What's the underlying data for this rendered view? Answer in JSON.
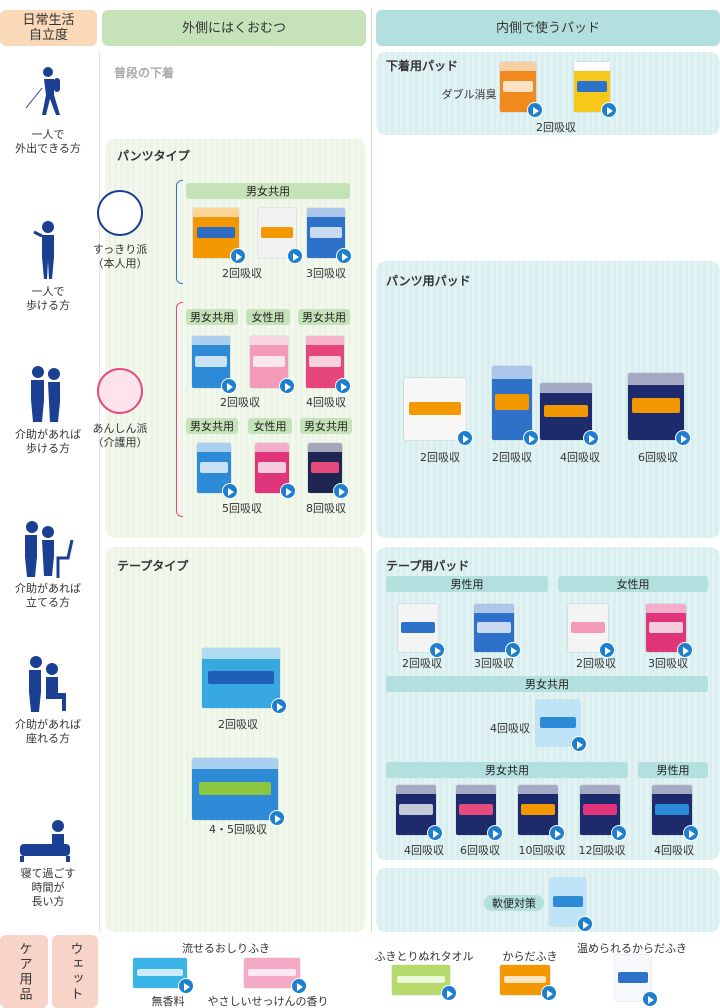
{
  "header": {
    "level": "日常生活\n自立度",
    "outer": "外側にはくおむつ",
    "inner": "内側で使うパッド"
  },
  "levels": [
    "一人で\n外出できる方",
    "一人で\n歩ける方",
    "介助があれば\n歩ける方",
    "介助があれば\n立てる方",
    "介助があれば\n座れる方",
    "寝て過ごす\n時間が\n長い方"
  ],
  "outer": {
    "normal": "普段の下着",
    "pants": {
      "title": "パンツタイプ",
      "sukkiri": "すっきり派\n（本人用）",
      "anshin": "あんしん派\n（介護用）",
      "row0": {
        "header": "男女共用",
        "labels": [
          "2回吸収",
          "3回吸収"
        ]
      },
      "row1": {
        "headers": [
          "男女共用",
          "女性用",
          "男女共用"
        ],
        "labels": [
          "2回吸収",
          "4回吸収"
        ]
      },
      "row2": {
        "headers": [
          "男女共用",
          "女性用",
          "男女共用"
        ],
        "labels": [
          "5回吸収",
          "8回吸収"
        ]
      }
    },
    "tape": {
      "title": "テープタイプ",
      "labels": [
        "2回吸収",
        "4・5回吸収"
      ]
    }
  },
  "inner": {
    "underwear": {
      "title": "下着用パッド",
      "note": "ダブル消臭",
      "label": "2回吸収"
    },
    "pants": {
      "title": "パンツ用パッド",
      "labels": [
        "2回吸収",
        "2回吸収",
        "4回吸収",
        "6回吸収"
      ]
    },
    "tape": {
      "title": "テープ用パッド",
      "male": "男性用",
      "female": "女性用",
      "labels1": [
        "2回吸収",
        "3回吸収",
        "2回吸収",
        "3回吸収"
      ],
      "unisex": "男女共用",
      "unisex_label": "4回吸収",
      "unisex2": "男女共用",
      "male2": "男性用",
      "labels3": [
        "4回吸収",
        "6回吸収",
        "10回吸収",
        "12回吸収",
        "4回吸収"
      ]
    },
    "soft": "軟便対策"
  },
  "care": {
    "cat": "ケア用品",
    "sub": "ウェット",
    "flush": "流せるおしりふき",
    "flush_items": [
      "無香料",
      "やさしいせっけんの香り"
    ],
    "towel": "ふきとりぬれタオル",
    "body": "からだふき",
    "warm": "温められるからだふき"
  },
  "colors": {
    "navy": "#1b3f93",
    "green_header": "#c6e2b8",
    "teal_header": "#b3e0df",
    "orange_header": "#fad9b8",
    "pink_header": "#f8d3c7",
    "play": "#1f7fcf"
  }
}
